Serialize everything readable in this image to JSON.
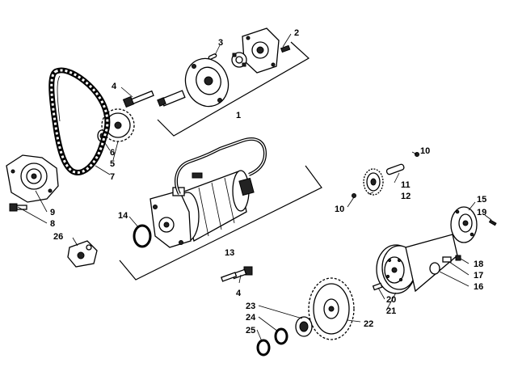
{
  "callouts": [
    "1",
    "2",
    "3",
    "4",
    "5",
    "6",
    "7",
    "8",
    "9",
    "10",
    "11",
    "12",
    "13",
    "14",
    "15",
    "16",
    "17",
    "18",
    "19",
    "20",
    "21",
    "22",
    "23",
    "24",
    "25",
    "26"
  ],
  "callout_labels": {
    "c1": "1",
    "c2": "2",
    "c3": "3",
    "c4a": "4",
    "c4b": "4",
    "c5": "5",
    "c6": "6",
    "c7": "7",
    "c8": "8",
    "c9": "9",
    "c10a": "10",
    "c10b": "10",
    "c11": "11",
    "c12": "12",
    "c13": "13",
    "c14": "14",
    "c15": "15",
    "c16": "16",
    "c17": "17",
    "c18": "18",
    "c19": "19",
    "c20": "20",
    "c21": "21",
    "c22": "22",
    "c23": "23",
    "c24": "24",
    "c25": "25",
    "c26": "26"
  }
}
